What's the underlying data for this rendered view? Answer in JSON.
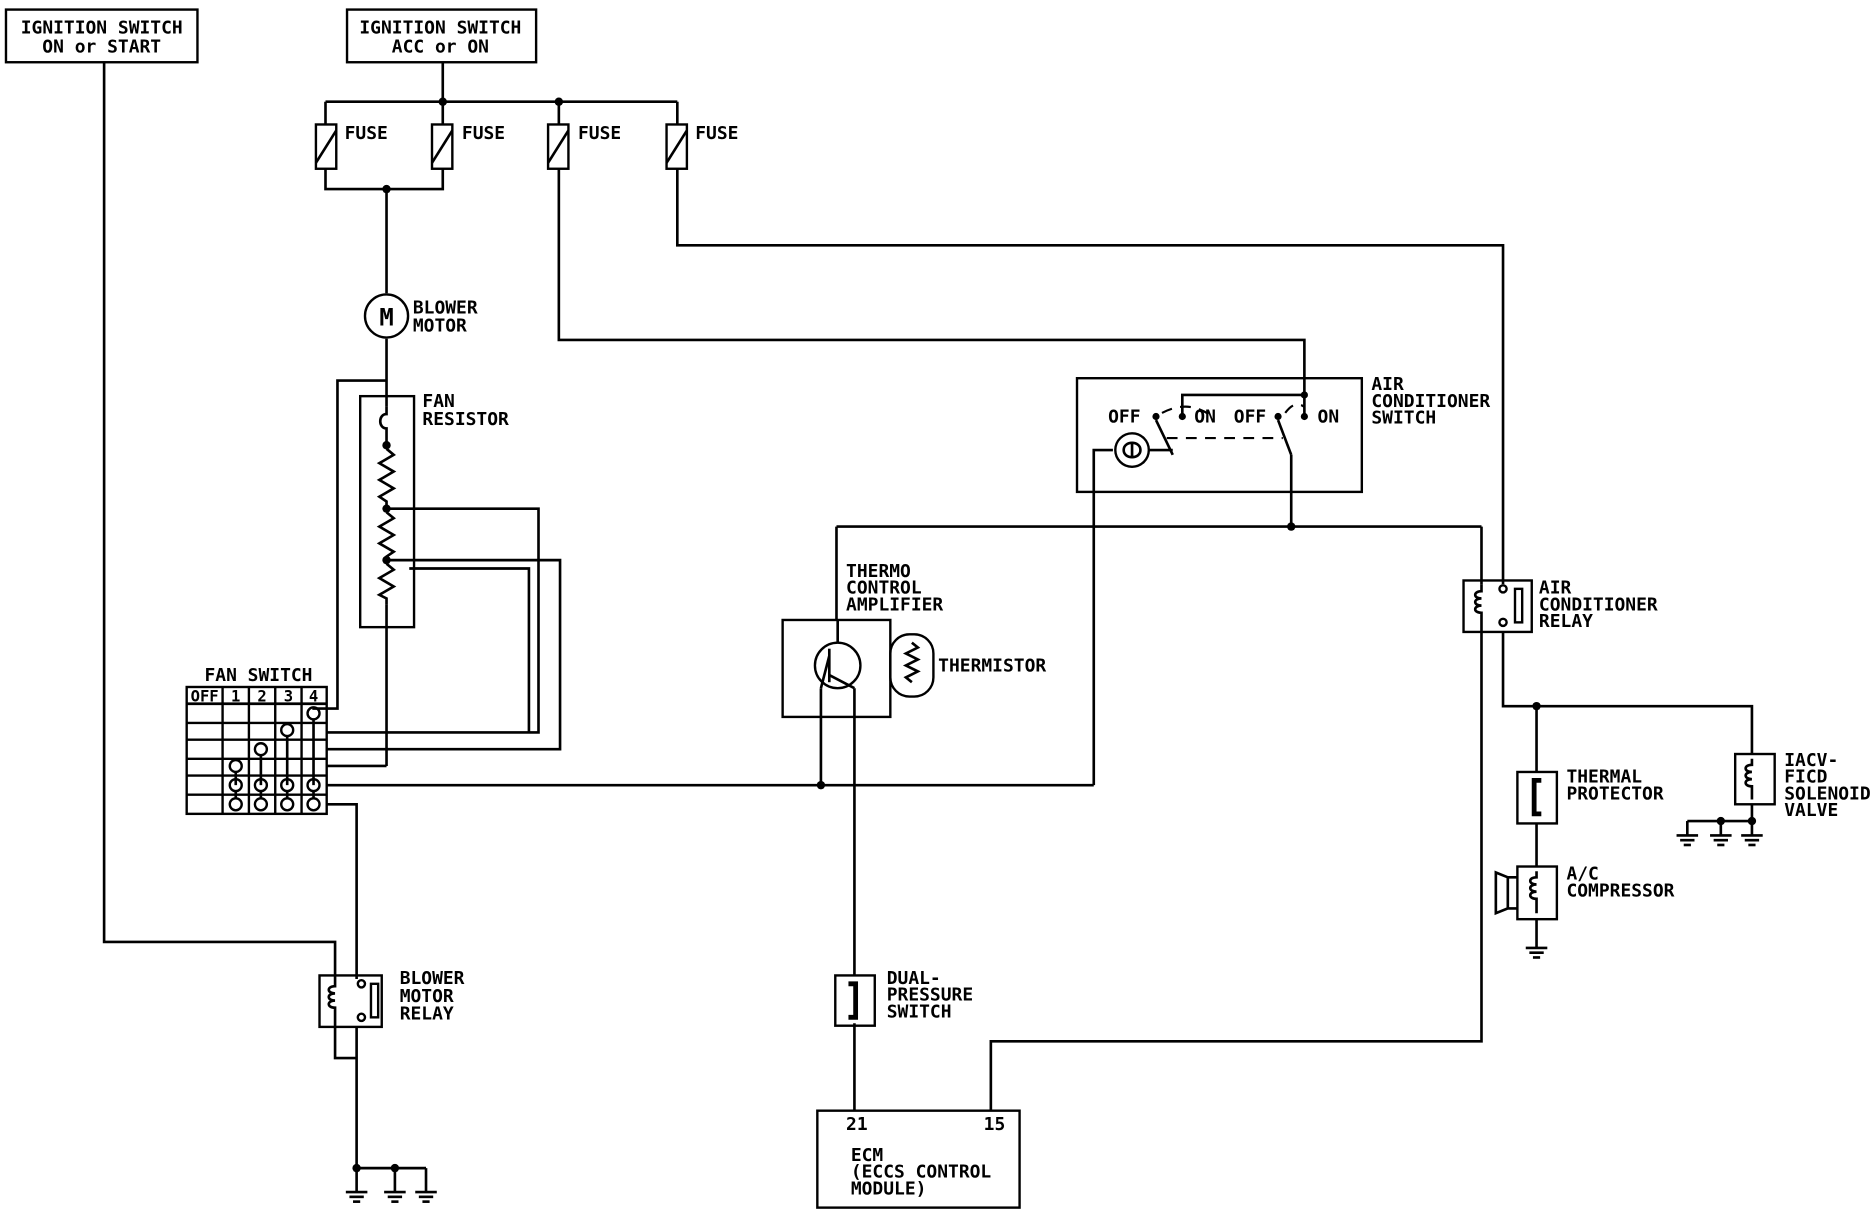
{
  "labels": {
    "ign_on_start": [
      "IGNITION SWITCH",
      "ON or START"
    ],
    "ign_acc_on": [
      "IGNITION SWITCH",
      "ACC or ON"
    ],
    "fuse": "FUSE",
    "blower_motor": [
      "BLOWER",
      "MOTOR"
    ],
    "motor_symbol": "M",
    "fan_resistor": [
      "FAN",
      "RESISTOR"
    ],
    "fan_switch": "FAN SWITCH",
    "fan_switch_positions": [
      "OFF",
      "1",
      "2",
      "3",
      "4"
    ],
    "blower_motor_relay": [
      "BLOWER",
      "MOTOR",
      "RELAY"
    ],
    "thermo_control_amplifier": [
      "THERMO",
      "CONTROL",
      "AMPLIFIER"
    ],
    "thermistor": "THERMISTOR",
    "ac_switch": [
      "AIR",
      "CONDITIONER",
      "SWITCH"
    ],
    "ac_switch_positions": [
      "OFF",
      "ON",
      "OFF",
      "ON"
    ],
    "ac_relay": [
      "AIR",
      "CONDITIONER",
      "RELAY"
    ],
    "thermal_protector": [
      "THERMAL",
      "PROTECTOR"
    ],
    "ac_compressor": [
      "A/C",
      "COMPRESSOR"
    ],
    "iacv": [
      "IACV-",
      "FICD",
      "SOLENOID",
      "VALVE"
    ],
    "dual_pressure_switch": [
      "DUAL-",
      "PRESSURE",
      "SWITCH"
    ],
    "ecm_pins": [
      "21",
      "15"
    ],
    "ecm": [
      "ECM",
      "(ECCS CONTROL",
      "MODULE)"
    ]
  }
}
